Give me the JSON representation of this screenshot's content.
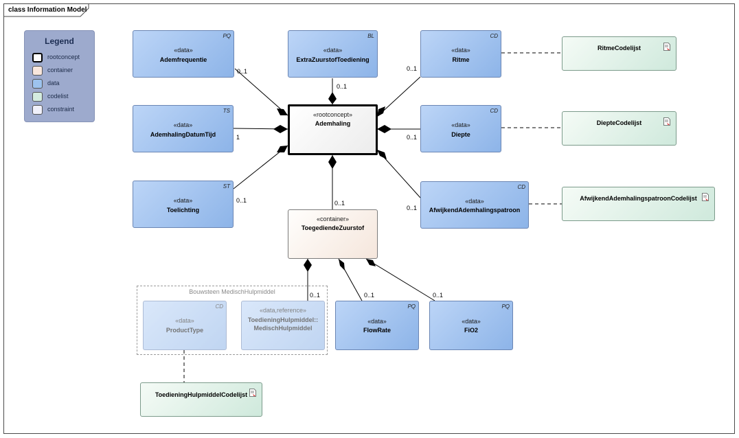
{
  "frame": {
    "title": "class Information Model"
  },
  "legend": {
    "title": "Legend",
    "items": [
      {
        "label": "rootconcept",
        "color": "#ffffff",
        "bold": true
      },
      {
        "label": "container",
        "color": "#f8e6dc"
      },
      {
        "label": "data",
        "color": "#9dc3ee"
      },
      {
        "label": "codelist",
        "color": "#d4ecdf"
      },
      {
        "label": "constraint",
        "color": "#f0f0fa"
      }
    ]
  },
  "group": {
    "label": "Bouwsteen MedischHulpmiddel"
  },
  "nodes": {
    "ademfrequentie": {
      "stereotype": "«data»",
      "name": "Ademfrequentie",
      "type": "PQ"
    },
    "extra": {
      "stereotype": "«data»",
      "name": "ExtraZuurstofToediening",
      "type": "BL"
    },
    "ritme": {
      "stereotype": "«data»",
      "name": "Ritme",
      "type": "CD"
    },
    "ritme_cl": {
      "name": "RitmeCodelijst"
    },
    "datumtijd": {
      "stereotype": "«data»",
      "name": "AdemhalingDatumTijd",
      "type": "TS"
    },
    "root": {
      "stereotype": "«rootconcept»",
      "name": "Ademhaling"
    },
    "diepte": {
      "stereotype": "«data»",
      "name": "Diepte",
      "type": "CD"
    },
    "diepte_cl": {
      "name": "DiepteCodelijst"
    },
    "toelichting": {
      "stereotype": "«data»",
      "name": "Toelichting",
      "type": "ST"
    },
    "afwijkend": {
      "stereotype": "«data»",
      "name": "AfwijkendAdemhalingspatroon",
      "type": "CD"
    },
    "afwijkend_cl": {
      "name": "AfwijkendAdemhalingspatroonCodelijst"
    },
    "toegediende": {
      "stereotype": "«container»",
      "name": "ToegediendeZuurstof"
    },
    "producttype": {
      "stereotype": "«data»",
      "name": "ProductType",
      "type": "CD"
    },
    "hulpmiddel": {
      "stereotype": "«data,reference»",
      "name": "ToedieningHulpmiddel::",
      "name2": "MedischHulpmiddel"
    },
    "flowrate": {
      "stereotype": "«data»",
      "name": "FlowRate",
      "type": "PQ"
    },
    "fio2": {
      "stereotype": "«data»",
      "name": "FiO2",
      "type": "PQ"
    },
    "hulpmiddel_cl": {
      "name": "ToedieningHulpmiddelCodelijst"
    }
  },
  "multiplicities": {
    "ademfrequentie": "0..1",
    "extra": "0..1",
    "ritme": "0..1",
    "datumtijd": "1",
    "diepte": "0..1",
    "toelichting": "0..1",
    "afwijkend": "0..1",
    "toegediende": "0..1",
    "hulpmiddel": "0..1",
    "flowrate": "0..1",
    "fio2": "0..1"
  }
}
